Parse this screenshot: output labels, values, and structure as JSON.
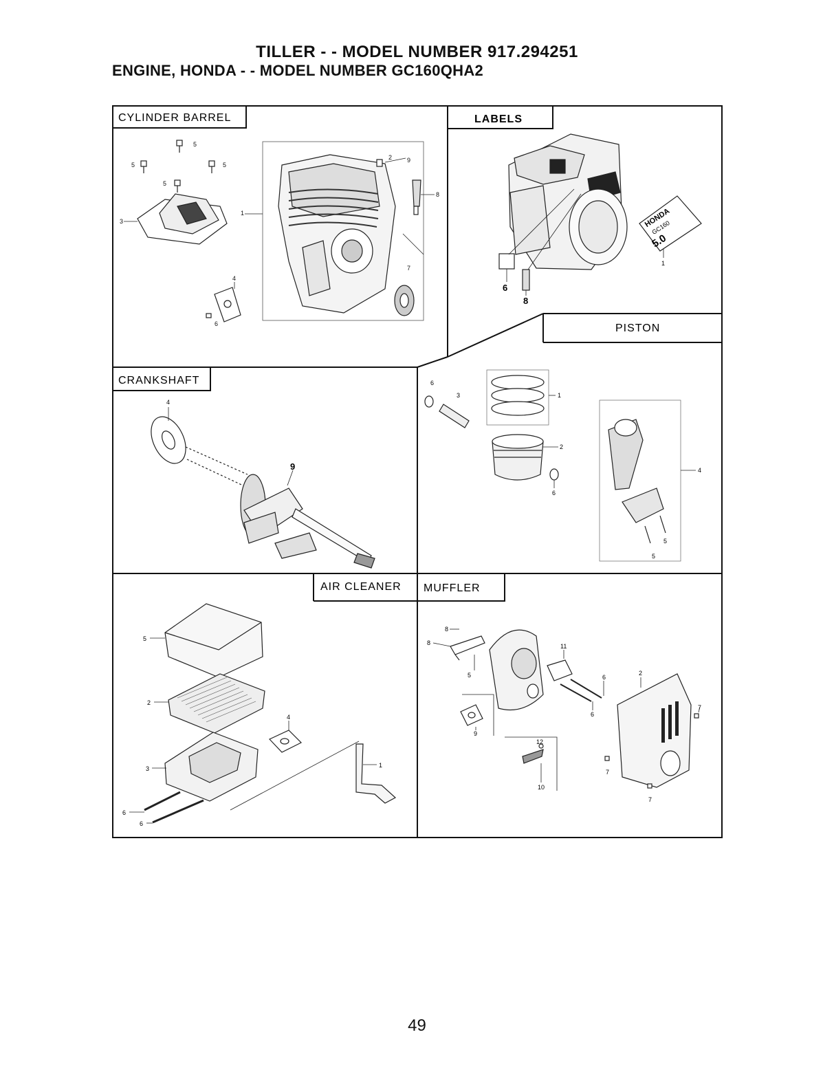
{
  "header": {
    "title": "TILLER - - MODEL NUMBER 917.294251",
    "subtitle": "ENGINE, HONDA - - MODEL NUMBER GC160QHA2"
  },
  "sections": {
    "cylinder_barrel": "CYLINDER BARREL",
    "labels": "LABELS",
    "piston": "PISTON",
    "crankshaft": "CRANKSHAFT",
    "air_cleaner": "AIR CLEANER",
    "muffler": "MUFFLER"
  },
  "callouts": {
    "cylinder": [
      "5",
      "5",
      "5",
      "5",
      "3",
      "1",
      "2",
      "9",
      "8",
      "7",
      "4",
      "6"
    ],
    "labels": [
      "6",
      "8",
      "1"
    ],
    "piston": [
      "6",
      "3",
      "1",
      "2",
      "6",
      "4",
      "5",
      "5"
    ],
    "crankshaft": [
      "4",
      "9"
    ],
    "air_cleaner": [
      "5",
      "2",
      "4",
      "3",
      "1",
      "6",
      "6"
    ],
    "muffler": [
      "8",
      "8",
      "5",
      "11",
      "6",
      "2",
      "6",
      "9",
      "12",
      "10",
      "7",
      "7",
      "7"
    ]
  },
  "decal": {
    "brand": "HONDA",
    "model": "GC160",
    "hp": "5.0"
  },
  "footer": {
    "page_number": "49"
  }
}
